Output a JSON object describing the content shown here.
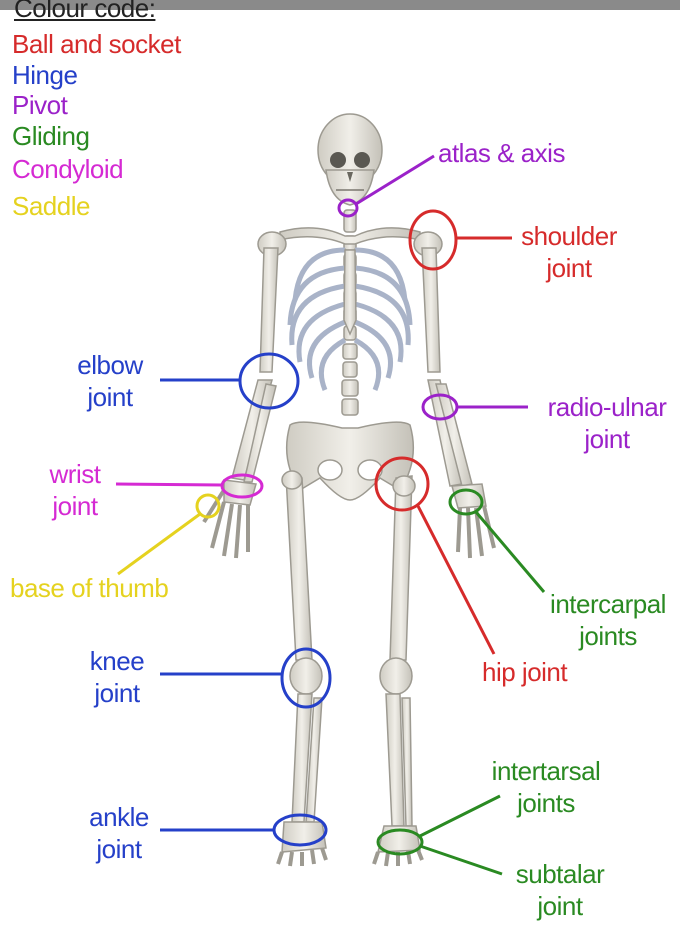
{
  "colors": {
    "ball_and_socket": "#d62b2b",
    "hinge": "#2540c9",
    "pivot": "#9b22c9",
    "gliding": "#2a8a22",
    "condyloid": "#d52ad3",
    "saddle": "#e5d21f",
    "bone": "#e8e6df",
    "bone_shade": "#b9b6ad",
    "rib_shade": "#a9b3c8"
  },
  "legend": {
    "title": "Colour code:",
    "items": [
      {
        "label": "Ball and socket",
        "color_key": "ball_and_socket"
      },
      {
        "label": "Hinge",
        "color_key": "hinge"
      },
      {
        "label": "Pivot",
        "color_key": "pivot"
      },
      {
        "label": "Gliding",
        "color_key": "gliding"
      },
      {
        "label": "Condyloid",
        "color_key": "condyloid"
      },
      {
        "label": "Saddle",
        "color_key": "saddle"
      }
    ]
  },
  "labels": {
    "atlas_axis": "atlas & axis",
    "shoulder": "shoulder\njoint",
    "elbow": "elbow\njoint",
    "radio_ulnar": "radio-ulnar\njoint",
    "wrist": "wrist\njoint",
    "base_of_thumb": "base of thumb",
    "intercarpal": "intercarpal\njoints",
    "hip": "hip joint",
    "knee": "knee\njoint",
    "intertarsal": "intertarsal\njoints",
    "ankle": "ankle\njoint",
    "subtalar": "subtalar\njoint"
  }
}
